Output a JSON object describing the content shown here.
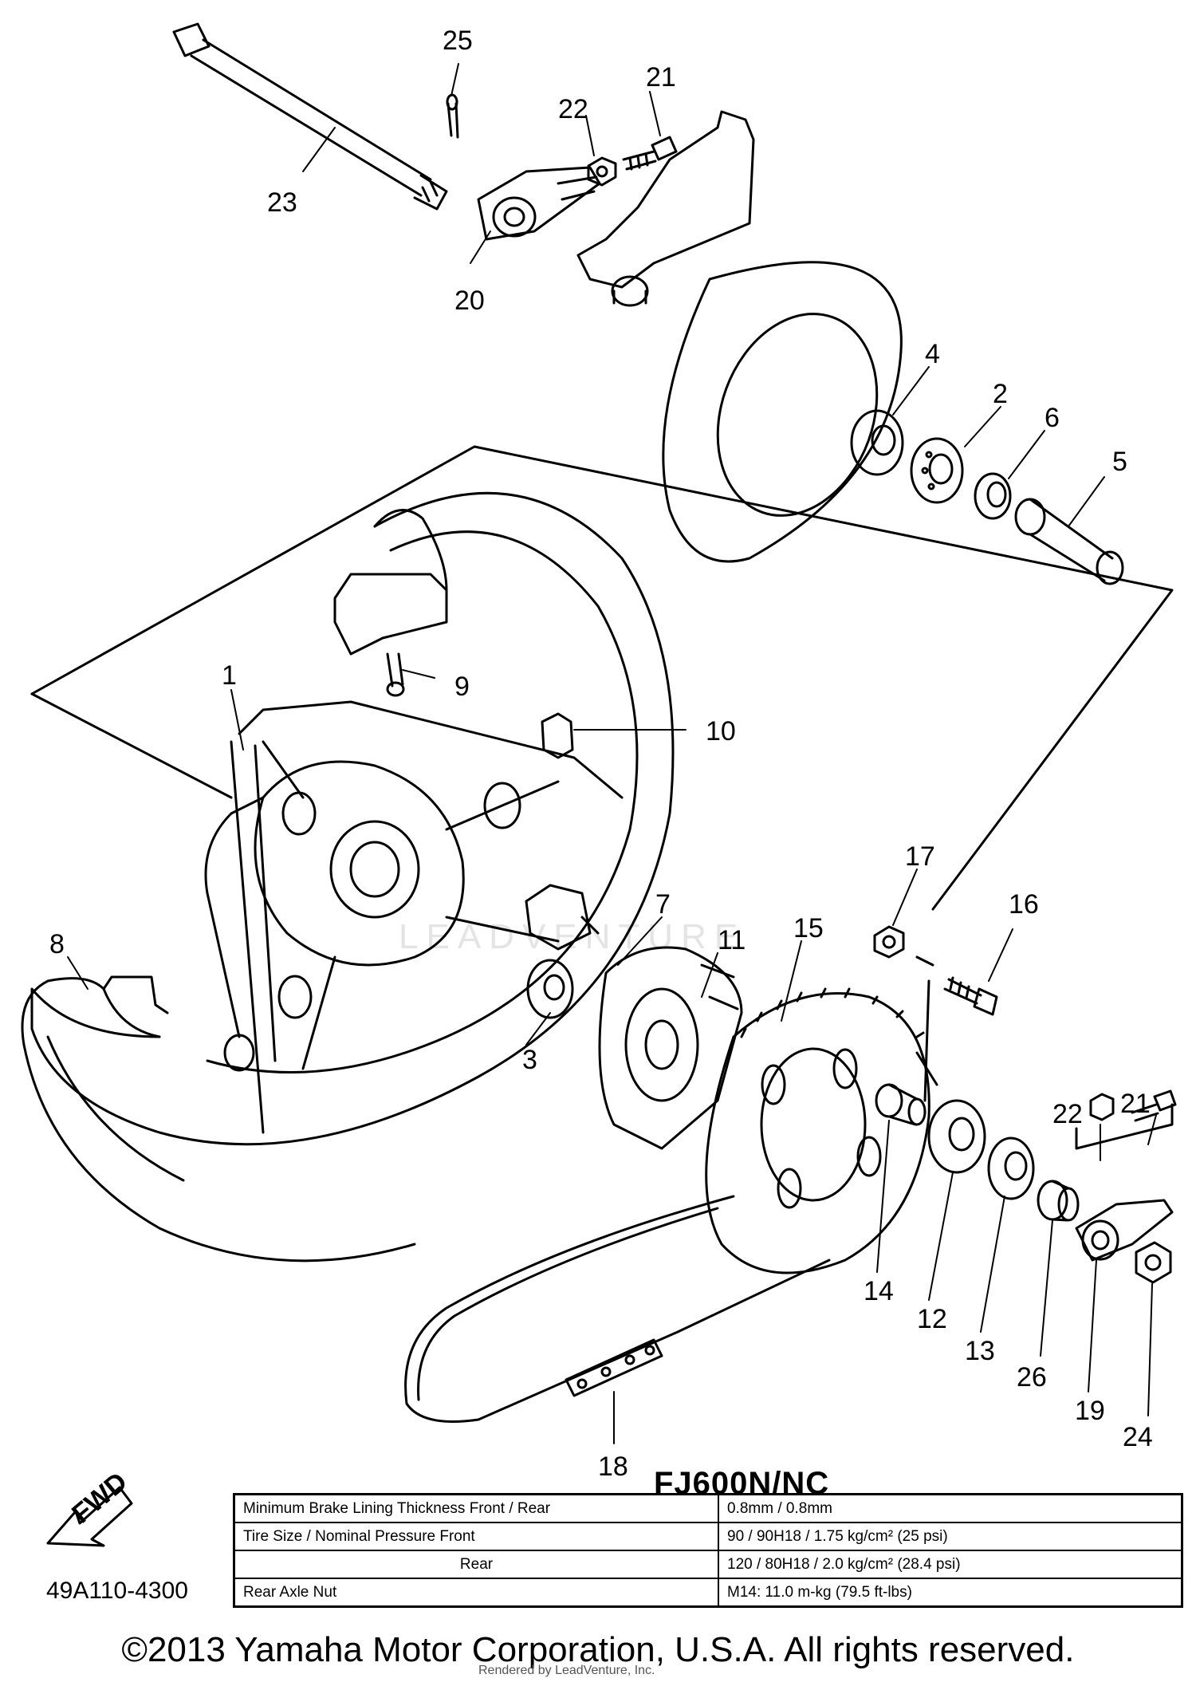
{
  "callouts": {
    "c1": "1",
    "c2": "2",
    "c3": "3",
    "c4": "4",
    "c5": "5",
    "c6": "6",
    "c7": "7",
    "c8": "8",
    "c9": "9",
    "c10": "10",
    "c11": "11",
    "c12": "12",
    "c13": "13",
    "c14": "14",
    "c15": "15",
    "c16": "16",
    "c17": "17",
    "c18": "18",
    "c19": "19",
    "c20": "20",
    "c21a": "21",
    "c21b": "21",
    "c22a": "22",
    "c22b": "22",
    "c23": "23",
    "c24": "24",
    "c25": "25",
    "c26": "26"
  },
  "fwd_label": "FWD",
  "model": "FJ600N/NC",
  "part_code": "49A110-4300",
  "specs": {
    "rows": [
      {
        "label": "Minimum Brake Lining Thickness Front / Rear",
        "value": "0.8mm / 0.8mm"
      },
      {
        "label": "Tire Size / Nominal Pressure  Front",
        "value": "90 / 90H18 / 1.75 kg/cm² (25 psi)"
      },
      {
        "label": "Rear",
        "value": "120 / 80H18 / 2.0 kg/cm² (28.4 psi)"
      },
      {
        "label": "Rear Axle Nut",
        "value": "M14: 11.0 m-kg (79.5 ft-lbs)"
      }
    ]
  },
  "watermark": "LEADVENTURE",
  "copyright": "©2013 Yamaha Motor Corporation, U.S.A. All rights reserved.",
  "rendered_by": "Rendered by LeadVenture, Inc."
}
